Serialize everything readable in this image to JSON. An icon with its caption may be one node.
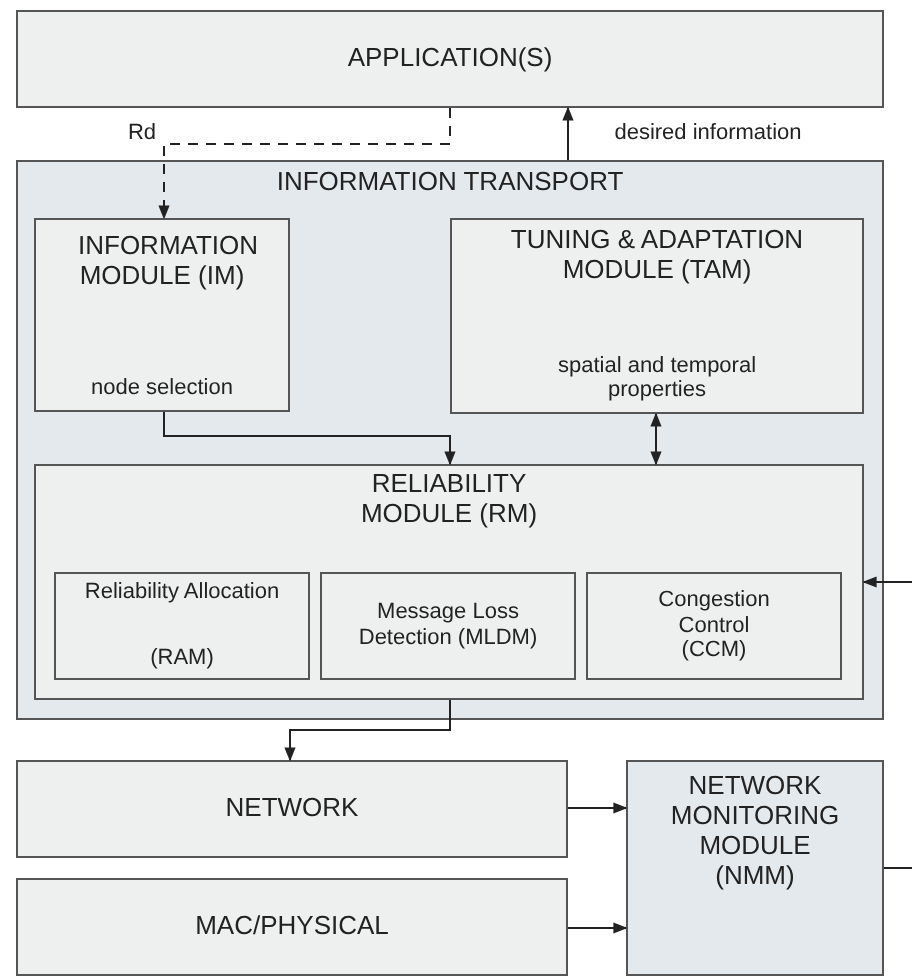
{
  "diagram": {
    "nodes": [
      {
        "text": [
          "APPLICATION(S)"
        ]
      },
      {
        "text": [
          "INFORMATION TRANSPORT"
        ]
      },
      {
        "text": [
          "INFORMATION MODULE (IM)",
          "node selection"
        ],
        "in": 1
      },
      {
        "text": [
          "TUNING & ADAPTATION MODULE (TAM)",
          "spatial and temporal properties"
        ],
        "in": 1
      },
      {
        "text": [
          "RELIABILITY MODULE (RM)"
        ],
        "in": 1
      },
      {
        "text": [
          "Reliability Allocation",
          "(RAM)"
        ],
        "in": 4
      },
      {
        "text": [
          "Message Loss Detection (MLDM)"
        ],
        "in": 4
      },
      {
        "text": [
          "Congestion Control (CCM)"
        ],
        "in": 4
      },
      {
        "text": [
          "NETWORK"
        ]
      },
      {
        "text": [
          "NETWORK MONITORING MODULE (NMM)"
        ]
      },
      {
        "text": [
          "MAC/PHYSICAL"
        ]
      }
    ],
    "edges": [
      {
        "from": 0,
        "to": 2,
        "arrow": "to",
        "label": "Rd",
        "style": "dashed"
      },
      {
        "from": 1,
        "to": 0,
        "arrow": "to",
        "label": "desired information"
      },
      {
        "from": 2,
        "to": 4,
        "arrow": "to"
      },
      {
        "from": 3,
        "to": 4,
        "arrow": "both"
      },
      {
        "from": null,
        "to": 4,
        "arrow": "to"
      },
      {
        "from": 4,
        "to": 8,
        "arrow": "to"
      },
      {
        "from": 8,
        "to": 9,
        "arrow": "to"
      },
      {
        "from": 10,
        "to": 9,
        "arrow": "to"
      },
      {
        "from": 9,
        "to": null,
        "arrow": "none"
      }
    ]
  }
}
